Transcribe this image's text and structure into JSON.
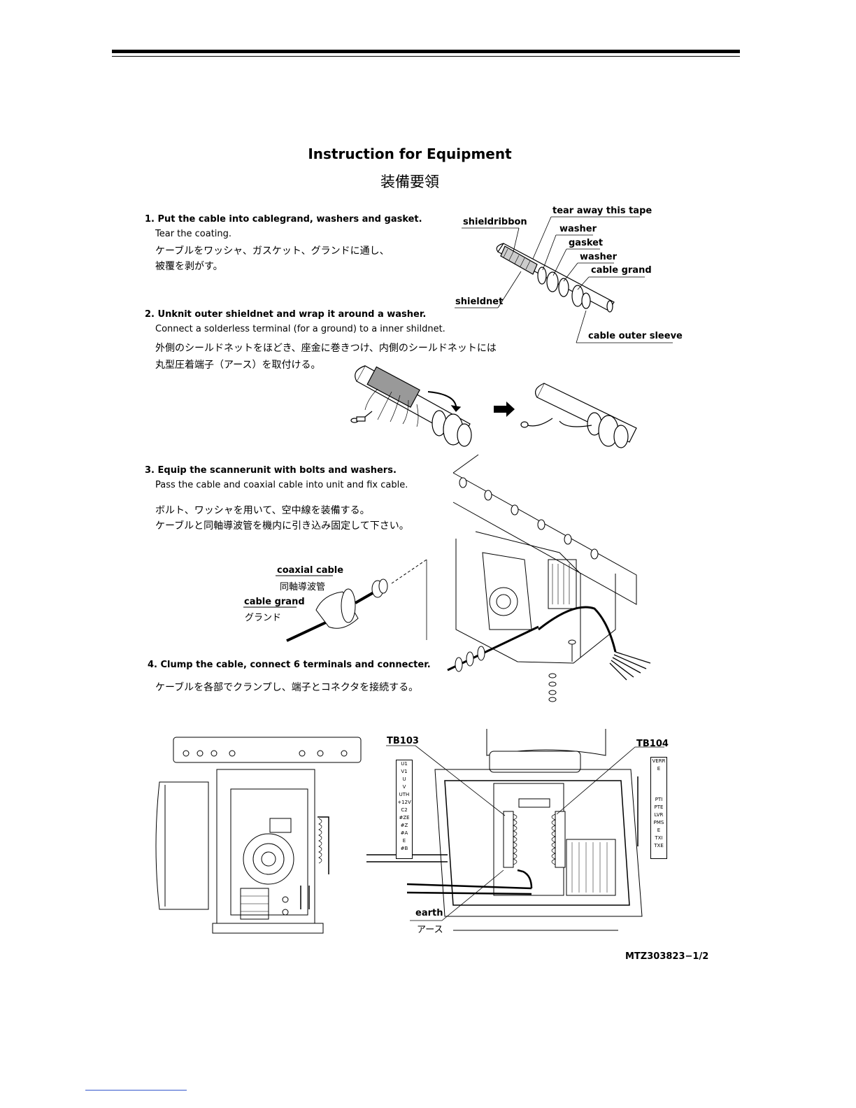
{
  "title": "Instruction for Equipment",
  "title_jp": "装備要領",
  "steps": [
    {
      "line1": "1. Put the cable into cablegrand, washers and gasket.",
      "line2": "Tear the coating.",
      "jp1": "ケーブルをワッシャ、ガスケット、グランドに通し、",
      "jp2": "被覆を剥がす。"
    },
    {
      "line1": "2. Unknit outer shieldnet and wrap it around a washer.",
      "line2": "Connect a solderless terminal (for a ground) to a inner shildnet.",
      "jp1": "外側のシールドネットをほどき、座金に巻きつけ、内側のシールドネットには",
      "jp2": "丸型圧着端子（アース）を取付ける。"
    },
    {
      "line1": "3. Equip the scannerunit with bolts and washers.",
      "line2": "Pass the cable and coaxial cable into unit and fix cable.",
      "jp1": "ボルト、ワッシャを用いて、空中線を装備する。",
      "jp2": "ケーブルと同軸導波管を機内に引き込み固定して下さい。"
    },
    {
      "line1": "4. Clump the cable, connect 6 terminals and connecter.",
      "jp1": "ケーブルを各部でクランプし、端子とコネクタを接続する。"
    }
  ],
  "fig1_labels": {
    "tear_tape": "tear away this tape",
    "shieldribbon": "shieldribbon",
    "washer1": "washer",
    "gasket": "gasket",
    "washer2": "washer",
    "cable_grand": "cable grand",
    "shieldnet": "shieldnet",
    "outer_sleeve": "cable outer sleeve"
  },
  "fig3_labels": {
    "coaxial": "coaxial cable",
    "coaxial_jp": "同軸導波管",
    "grand": "cable grand",
    "grand_jp": "グランド"
  },
  "fig4_labels": {
    "tb103": "TB103",
    "tb104": "TB104",
    "earth": "earth",
    "earth_jp": "アース",
    "tb103_terms": [
      "U1",
      "V1",
      "U",
      "V",
      "UTH",
      "+12V",
      "C2",
      "#ZE",
      "#Z",
      "#A",
      "E",
      "#B"
    ],
    "tb104_terms": [
      "VERR",
      "E",
      "",
      "",
      "",
      "PTI",
      "PTE",
      "LVR",
      "PMS",
      "E",
      "TXI",
      "TXE"
    ]
  },
  "doc_number": "MTZ303823−1/2"
}
